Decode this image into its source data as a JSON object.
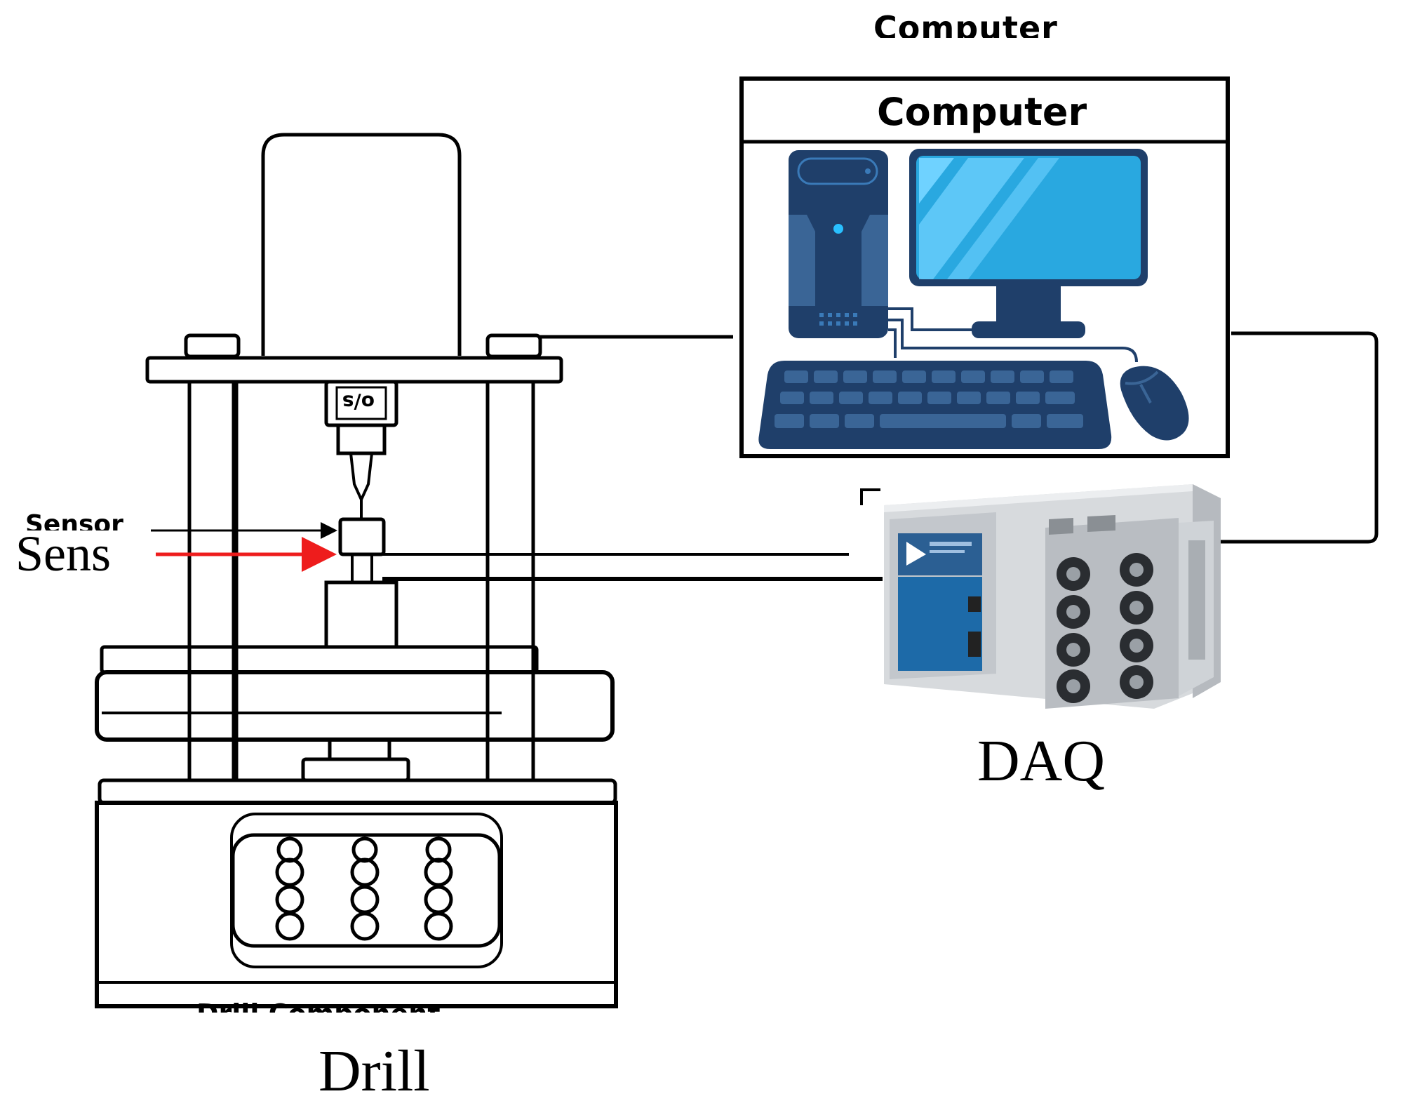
{
  "labels": {
    "computer_ghost": "Computer",
    "computer_header": "Computer",
    "sensor_ghost": "Sensor",
    "sens": "Sens",
    "daq": "DAQ",
    "drill": "Drill",
    "drill_ghost": "Drill Component"
  },
  "colors": {
    "line": "#000000",
    "arrow": "#ee1c1c",
    "monitor": "#29a8e0",
    "monitor_frame": "#1f3f6a",
    "keyboard": "#1f3f6a",
    "daq_body": "#c9ccd0",
    "daq_panel": "#1d6aa8"
  }
}
